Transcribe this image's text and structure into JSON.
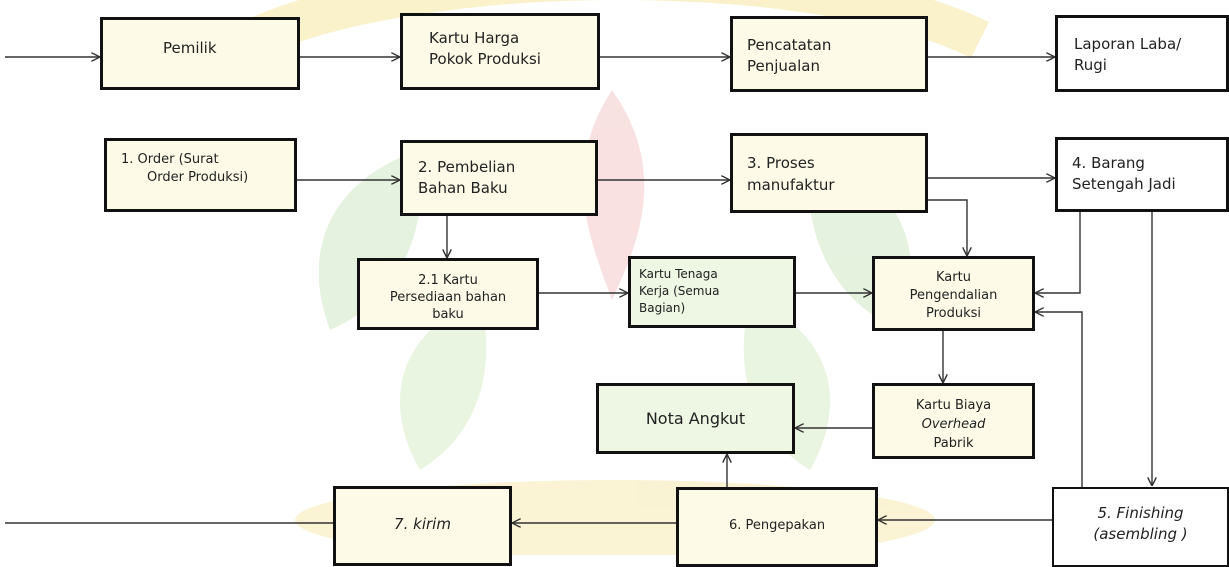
{
  "nodes": {
    "pemilik": {
      "lines": [
        "Pemilik"
      ]
    },
    "kartu_harga": {
      "lines": [
        "Kartu Harga",
        "Pokok Produksi"
      ]
    },
    "pencatatan": {
      "lines": [
        "Pencatatan",
        "Penjualan"
      ]
    },
    "laporan": {
      "lines": [
        "Laporan Laba/",
        "Rugi"
      ]
    },
    "order": {
      "lines": [
        "1.  Order (Surat",
        "Order Produksi)"
      ]
    },
    "pembelian": {
      "lines": [
        "2. Pembelian",
        "Bahan Baku"
      ]
    },
    "proses": {
      "lines": [
        "3.  Proses",
        "manufaktur"
      ]
    },
    "barang": {
      "lines": [
        "4. Barang",
        "Setengah Jadi"
      ]
    },
    "kartu_persediaan": {
      "lines": [
        "2.1 Kartu",
        "Persediaan bahan",
        "baku"
      ]
    },
    "kartu_tenaga": {
      "lines": [
        "Kartu Tenaga",
        "Kerja (Semua",
        "Bagian)"
      ]
    },
    "kartu_pengendalian": {
      "lines": [
        "Kartu",
        "Pengendalian",
        "Produksi"
      ]
    },
    "kartu_biaya": {
      "lines": [
        "Kartu Biaya",
        "Overhead",
        "Pabrik"
      ]
    },
    "nota_angkut": {
      "lines": [
        "Nota Angkut"
      ]
    },
    "kirim": {
      "lines": [
        "7. kirim"
      ]
    },
    "pengepakan": {
      "lines": [
        "6. Pengepakan"
      ]
    },
    "finishing": {
      "lines": [
        "5. Finishing",
        "(asembling )"
      ]
    }
  },
  "edges": [
    {
      "from": "input",
      "to": "pemilik"
    },
    {
      "from": "pemilik",
      "to": "kartu_harga"
    },
    {
      "from": "kartu_harga",
      "to": "pencatatan"
    },
    {
      "from": "pencatatan",
      "to": "laporan"
    },
    {
      "from": "order",
      "to": "pembelian"
    },
    {
      "from": "pembelian",
      "to": "proses"
    },
    {
      "from": "proses",
      "to": "barang"
    },
    {
      "from": "pembelian",
      "to": "kartu_persediaan"
    },
    {
      "from": "kartu_persediaan",
      "to": "kartu_tenaga"
    },
    {
      "from": "kartu_tenaga",
      "to": "kartu_pengendalian"
    },
    {
      "from": "proses",
      "to": "kartu_pengendalian"
    },
    {
      "from": "barang",
      "to": "kartu_pengendalian"
    },
    {
      "from": "finishing",
      "to": "kartu_pengendalian"
    },
    {
      "from": "kartu_pengendalian",
      "to": "kartu_biaya"
    },
    {
      "from": "kartu_biaya",
      "to": "nota_angkut"
    },
    {
      "from": "barang",
      "to": "finishing"
    },
    {
      "from": "finishing",
      "to": "pengepakan"
    },
    {
      "from": "pengepakan",
      "to": "nota_angkut"
    },
    {
      "from": "pengepakan",
      "to": "kirim"
    },
    {
      "from": "kirim",
      "to": "output"
    }
  ],
  "colors": {
    "box_fill": "#fdfbe8",
    "border": "#111111",
    "line": "#333333",
    "watermark_leaf": "#a9d49a",
    "watermark_gold": "#f2dc6a",
    "watermark_red": "#e8a0a0"
  }
}
